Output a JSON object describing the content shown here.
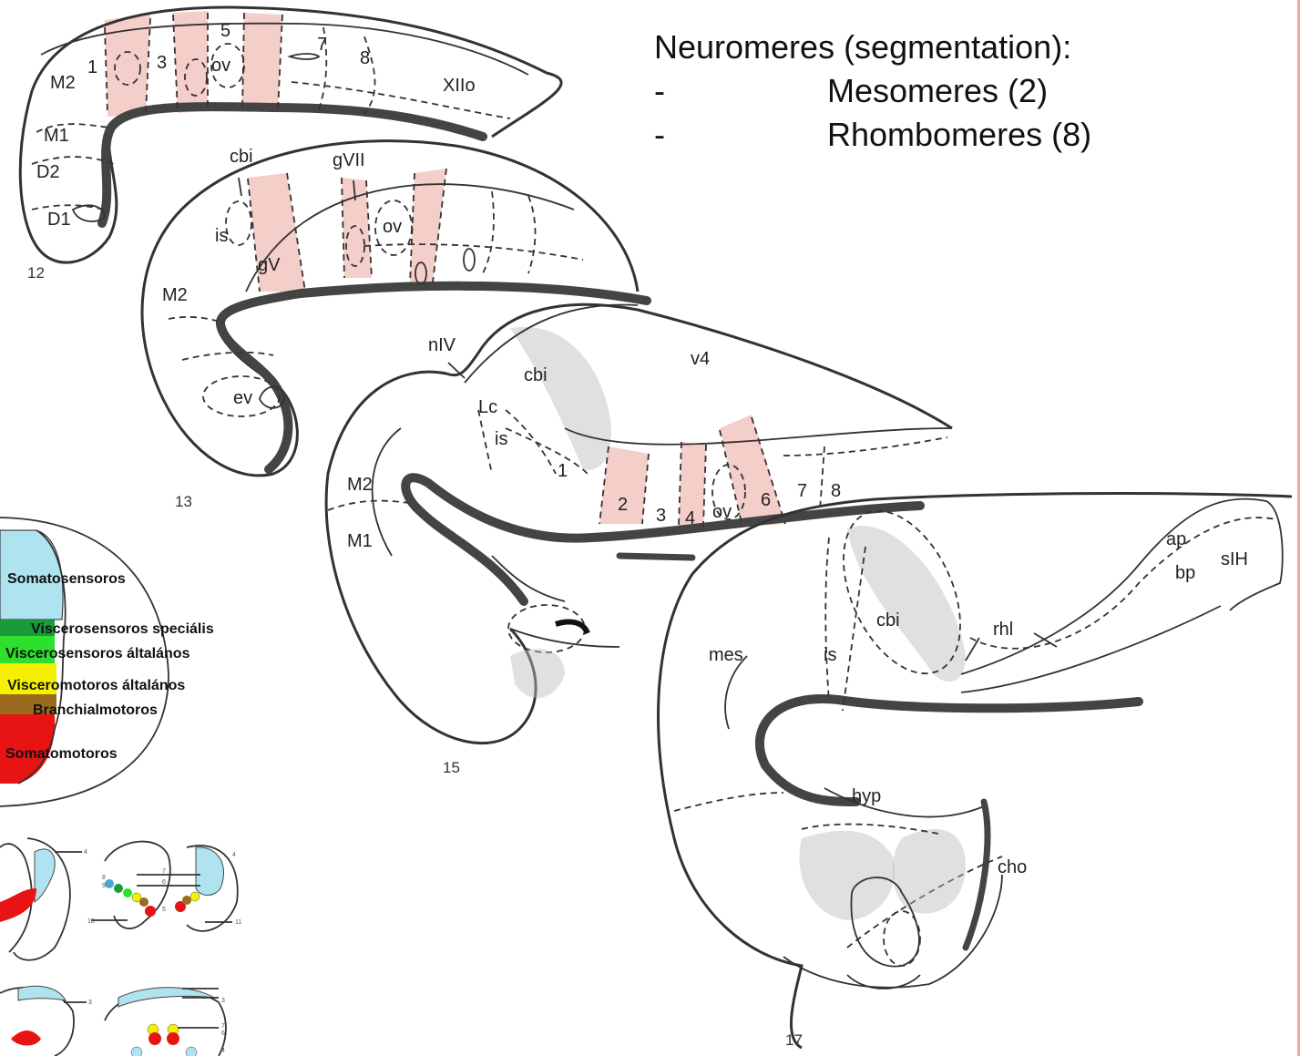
{
  "heading": {
    "title": "Neuromeres (segmentation):",
    "items": [
      {
        "bullet": "-",
        "text": "Mesomeres (2)"
      },
      {
        "bullet": "-",
        "text": "Rhombomeres (8)"
      }
    ]
  },
  "stage_12": {
    "stage_number": "12",
    "labels": {
      "m2": "M2",
      "m1": "M1",
      "d2": "D2",
      "d1": "D1",
      "r1": "1",
      "r3": "3",
      "r5": "5",
      "ov": "ov",
      "r7": "7",
      "r8": "8",
      "xii": "XIIo"
    }
  },
  "stage_13": {
    "stage_number": "13",
    "labels": {
      "cbi": "cbi",
      "gvii": "gVII",
      "ov": "ov",
      "is": "is",
      "gv": "gV",
      "m2": "M2",
      "ev": "ev"
    }
  },
  "stage_15": {
    "stage_number": "15",
    "labels": {
      "niv": "nIV",
      "cbi": "cbi",
      "v4": "v4",
      "lc": "Lc",
      "is": "is",
      "r1": "1",
      "m2": "M2",
      "m1": "M1",
      "r2": "2",
      "r3": "3",
      "r4": "4",
      "ov": "ov",
      "r6": "6",
      "r7": "7",
      "r8": "8"
    }
  },
  "stage_17": {
    "stage_number": "17",
    "labels": {
      "ap": "ap",
      "sih": "sIH",
      "bp": "bp",
      "cbi": "cbi",
      "rhl": "rhl",
      "mes": "mes",
      "is": "is",
      "hyp": "hyp",
      "cho": "cho"
    }
  },
  "legend": {
    "items": [
      {
        "label": "Somatosensoros",
        "color": "#aee3ef"
      },
      {
        "label": "Viscerosensoros speciális",
        "color": "#1a9a3a"
      },
      {
        "label": "Viscerosensoros általános",
        "color": "#2de02d"
      },
      {
        "label": "Visceromotoros általános",
        "color": "#f5f000"
      },
      {
        "label": "Branchialmotoros",
        "color": "#9a6a1e"
      },
      {
        "label": "Somatomotoros",
        "color": "#e81414"
      }
    ]
  },
  "sections": {
    "labels": {
      "n4a": "4",
      "n4b": "4",
      "n8": "8",
      "n9": "9",
      "n7": "7",
      "n6": "6",
      "n5": "5",
      "n10": "10",
      "n11": "11",
      "n3a": "3",
      "n3b": "3",
      "n7b": "7",
      "n6b": "6",
      "n4c": "4"
    }
  },
  "colors": {
    "rhombomere_band": "#f2c6be",
    "accent_edge": "#f0a8a0"
  }
}
